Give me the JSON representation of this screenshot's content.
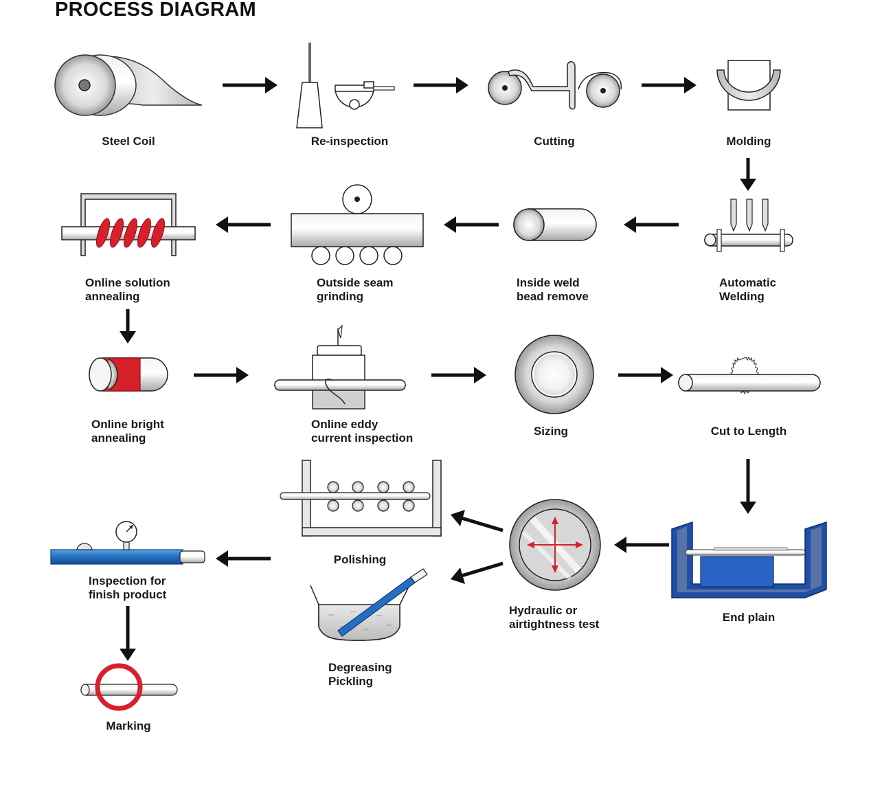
{
  "title": "PROCESS DIAGRAM",
  "steps": [
    {
      "id": "steel-coil",
      "label": "Steel Coil"
    },
    {
      "id": "re-inspection",
      "label": "Re-inspection"
    },
    {
      "id": "cutting",
      "label": "Cutting"
    },
    {
      "id": "molding",
      "label": "Molding"
    },
    {
      "id": "automatic-welding",
      "label": "Automatic\nWelding"
    },
    {
      "id": "inside-weld-bead-remove",
      "label": "Inside weld\nbead remove"
    },
    {
      "id": "outside-seam-grinding",
      "label": "Outside seam\ngrinding"
    },
    {
      "id": "online-solution-annealing",
      "label": "Online solution\nannealing"
    },
    {
      "id": "online-bright-annealing",
      "label": "Online bright\nannealing"
    },
    {
      "id": "online-eddy-current-inspection",
      "label": "Online eddy\ncurrent inspection"
    },
    {
      "id": "sizing",
      "label": "Sizing"
    },
    {
      "id": "cut-to-length",
      "label": "Cut to Length"
    },
    {
      "id": "end-plain",
      "label": "End plain"
    },
    {
      "id": "hydraulic-or-airtightness-test",
      "label": "Hydraulic or\nairtightness test"
    },
    {
      "id": "polishing",
      "label": "Polishing"
    },
    {
      "id": "degreasing-pickling",
      "label": "Degreasing\nPickling"
    },
    {
      "id": "inspection-for-finish-product",
      "label": "Inspection for\nfinish product"
    },
    {
      "id": "marking",
      "label": "Marking"
    }
  ],
  "colors": {
    "arrow": "#111111",
    "metal": "#cfcfcf",
    "accent_red": "#d8202a",
    "accent_blue": "#2470c0",
    "machine_blue": "#1f4fa6"
  }
}
